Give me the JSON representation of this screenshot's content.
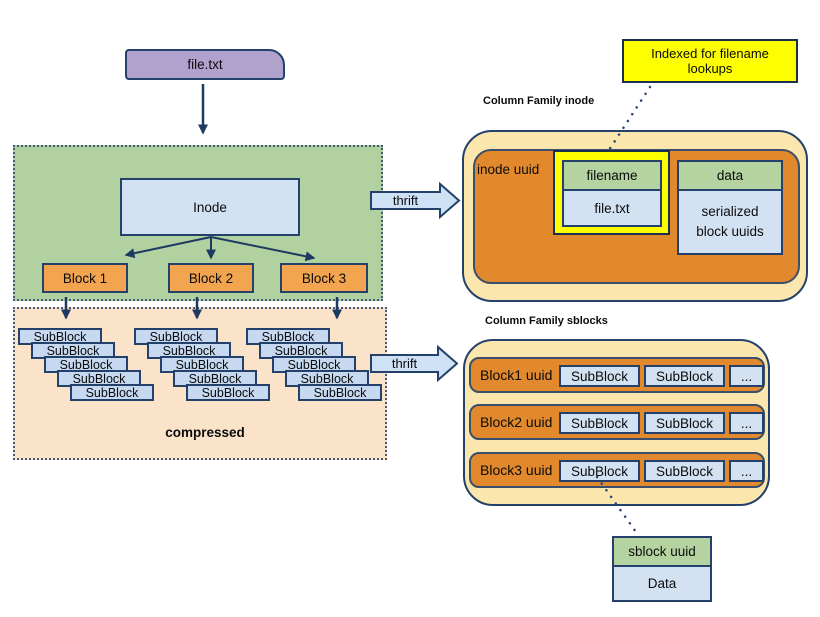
{
  "file_box": "file.txt",
  "flow": {
    "inode": "Inode",
    "block1": "Block 1",
    "block2": "Block 2",
    "block3": "Block 3",
    "subblock": "SubBlock",
    "compressed": "compressed",
    "thrift": "thrift"
  },
  "callout": "Indexed for filename lookups",
  "cf_inode": {
    "title": "Column Family inode",
    "row_key": "inode uuid",
    "filename_header": "filename",
    "filename_value": "file.txt",
    "data_header": "data",
    "data_value": "serialized block uuids"
  },
  "cf_sblocks": {
    "title": "Column Family sblocks",
    "row1_key": "Block1 uuid",
    "row2_key": "Block2 uuid",
    "row3_key": "Block3 uuid",
    "subblock": "SubBlock",
    "ellipsis": "..."
  },
  "sblock_detail": {
    "header": "sblock uuid",
    "value": "Data"
  },
  "colors": {
    "region_green": "#b2d1a0",
    "region_peach": "#fae3c8",
    "block_orange": "#f2a44e",
    "subblock_blue": "#c6d9f0",
    "cell_blue": "#d3e2f2",
    "cell_green": "#b5d3a0",
    "file_lavender": "#b1a1cd",
    "callout_yellow": "#fdff00",
    "cf_outer_cream": "#fbe7ad",
    "cf_inner_orange": "#e2892d",
    "border_navy": "#24416b",
    "arrow_navy": "#1d3a63",
    "thrift_arrow_fill": "#cfe1f4"
  }
}
